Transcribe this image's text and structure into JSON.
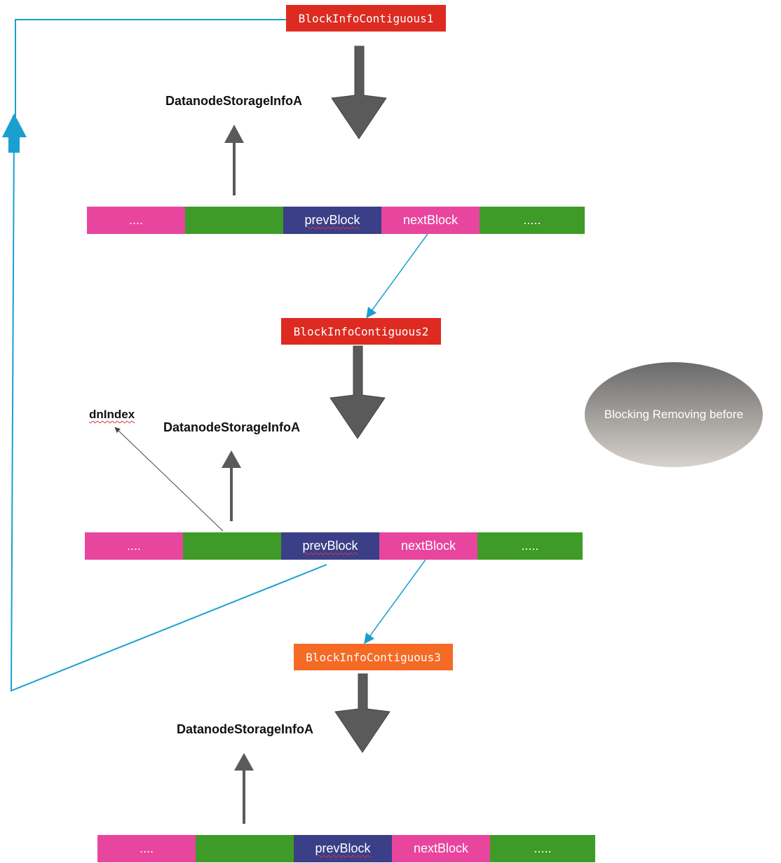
{
  "colors": {
    "red_box": "#dd2b22",
    "orange_box": "#f56a24",
    "pink": "#e8459e",
    "green": "#3f9b27",
    "navy": "#3a3f87",
    "link_line": "#1a9fd0",
    "arrow_gray": "#555555"
  },
  "blocks": [
    {
      "name": "BlockInfoContiguous1",
      "color": "red"
    },
    {
      "name": "BlockInfoContiguous2",
      "color": "red"
    },
    {
      "name": "BlockInfoContiguous3",
      "color": "orange"
    }
  ],
  "storage_label": "DatanodeStorageInfoA",
  "dn_index_label": "dnIndex",
  "strip": {
    "left_ellipsis": "....",
    "prev": "prevBlock",
    "next": "nextBlock",
    "right_ellipsis": "....."
  },
  "status_ellipse": "Blocking Removing before"
}
